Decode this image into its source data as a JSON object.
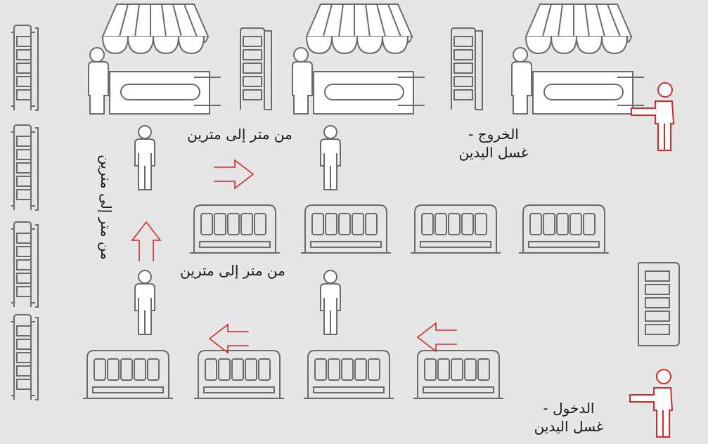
{
  "labels": {
    "distance_top": "من متر إلى مترين",
    "distance_middle": "من متر إلى مترين",
    "distance_side": "من متر إلى مترين",
    "exit_line1": "الخروج -",
    "exit_line2": "غسل اليدين",
    "entry_line1": "الدخول -",
    "entry_line2": "غسل اليدين"
  },
  "colors": {
    "background": "#e6e6e6",
    "line": "#6b6b6b",
    "accent": "#d42a2a",
    "fill": "#ffffff"
  }
}
